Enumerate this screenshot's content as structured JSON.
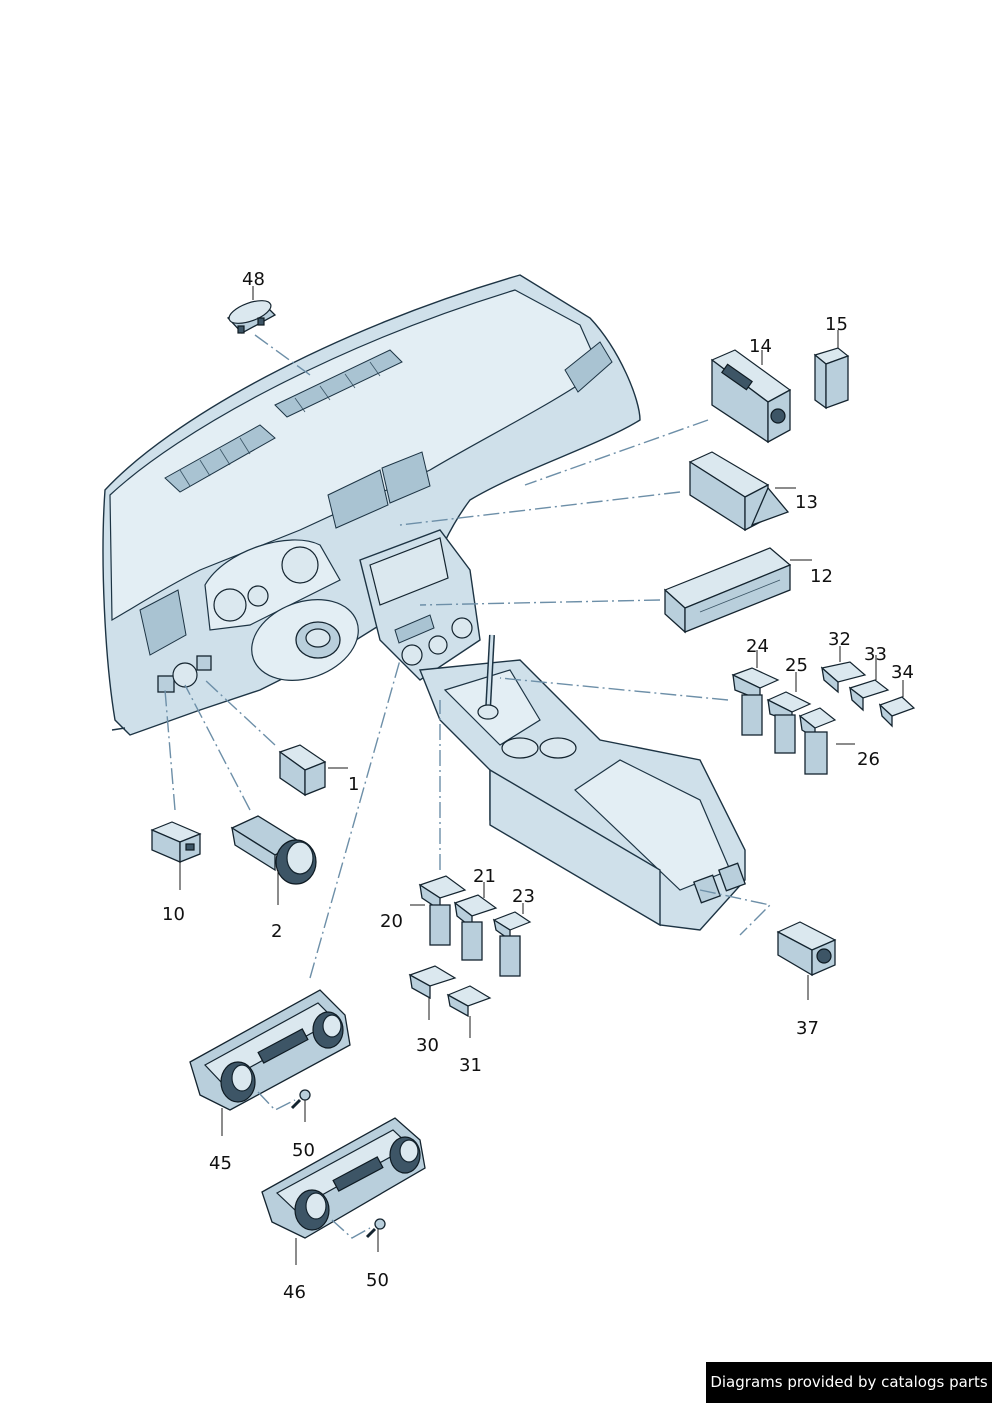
{
  "callouts": {
    "c1": "1",
    "c2": "2",
    "c10": "10",
    "c12": "12",
    "c13": "13",
    "c14": "14",
    "c15": "15",
    "c20": "20",
    "c21": "21",
    "c23": "23",
    "c24": "24",
    "c25": "25",
    "c26": "26",
    "c30": "30",
    "c31": "31",
    "c32": "32",
    "c33": "33",
    "c34": "34",
    "c37": "37",
    "c45": "45",
    "c46": "46",
    "c48": "48",
    "c50a": "50",
    "c50b": "50"
  },
  "credit": "Diagrams provided by catalogs parts",
  "colors": {
    "body": "#cfe0ea",
    "part": "#b9cfdc",
    "outline": "#14242f",
    "leader": "#6d8fa8"
  }
}
